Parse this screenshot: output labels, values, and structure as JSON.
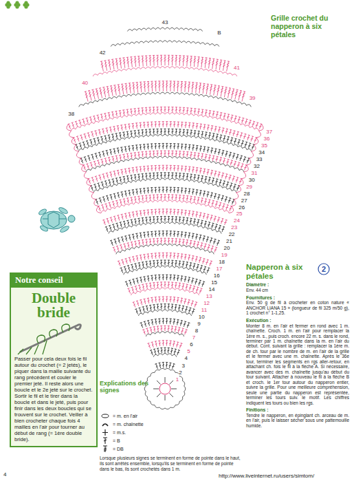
{
  "diagram": {
    "title": "Grille crochet du napperon à six pétales",
    "nodes": [
      {
        "text": [
          "Double bride",
          "Passer pour cela deux fois le fil autour du crochet (= 2 jetés), le piquer dans la maille suivante du rang précédent et couler le premier jeté. Il reste alors une boucle et le 2e jeté sur le crochet. Sortir le fil et le tirer dans la boucle et dans le jeté, puis pour finir dans les deux boucles qui se trouvent sur le crochet. Veiller à bien crocheter chaque fois 4 mailles en l'air pour tourner au début de rang (= 1ère double bride)."
        ]
      },
      {
        "text": [
          "Notre conseil"
        ],
        "in": 0
      },
      {
        "text": [
          "2"
        ]
      }
    ],
    "labels": [
      "43",
      "42",
      "B",
      "41",
      "40",
      "39",
      "38",
      "37",
      "36",
      "35",
      "34",
      "33",
      "32",
      "31",
      "30",
      "29",
      "28",
      "27",
      "26",
      "25",
      "24",
      "23",
      "22",
      "21",
      "20",
      "19",
      "18",
      "17",
      "16",
      "15",
      "14",
      "13",
      "12",
      "11",
      "10",
      "9",
      "8",
      "7",
      "6",
      "5",
      "4",
      "3",
      "2",
      "1",
      "Explications des signes",
      "Lorsque plusieurs signes se terminent en forme de pointe dans le haut, ils sont arrêtés ensemble, lorsqu'ils se terminent en forme de pointe dans le bas, ils sont crochetés dans 1 m.",
      "Napperon à six pétales",
      "Diamètre :",
      "Env. 44 cm",
      "Fournitures :",
      "Env. 50 g de fil à crocheter en coton nature « ANCHOR LIANA 15 » (longueur de fil 325 m/50 g), 1 crochet n° 1-1,25.",
      "Exécution :",
      "Monter 8 m. en l'air et fermer en rond avec 1 m. chaînette. Croch. 1 m. en l'air pour remplacer la 1ère m. s., puis croch. encore 22 m. s. dans le rond, terminer par 1 m. chaînette dans la m. en l'air du début. Cont. suivant la grille : remplacer la 1ère m. de ch. tour par le nombre de m. en l'air de la grille et le fermer avec une m. chaînette. Après le 36e tour, terminer les segments en rgs aller-retour, en attachant ch. fois le fil à la flèche A. Si nécessaire, avancer avec des m. chaînette jusqu'au début du tour suivant. Attacher à nouveau le fil à la flèche B et croch. le 1er tour autour du napperon entier, suivre la grille. Pour une meilleure compréhension, seule une partie du napperon est représentée, terminer les tours suiv. le motif. Les chiffres indiquent les tours ou bien les rgs.",
      "Finitions :",
      "Tendre le napperon, en épinglant ch. arceau de m. en l'air, puis le laisser sécher sous une pattemouille humide.",
      "4",
      "http://www.liveinternet.ru/users/simtom/"
    ],
    "legend": [
      {
        "text": "= m. en l'air"
      },
      {
        "text": "= m. chaînette"
      },
      {
        "text": "= m.s."
      },
      {
        "text": "= B"
      },
      {
        "text": "= DB"
      }
    ]
  }
}
